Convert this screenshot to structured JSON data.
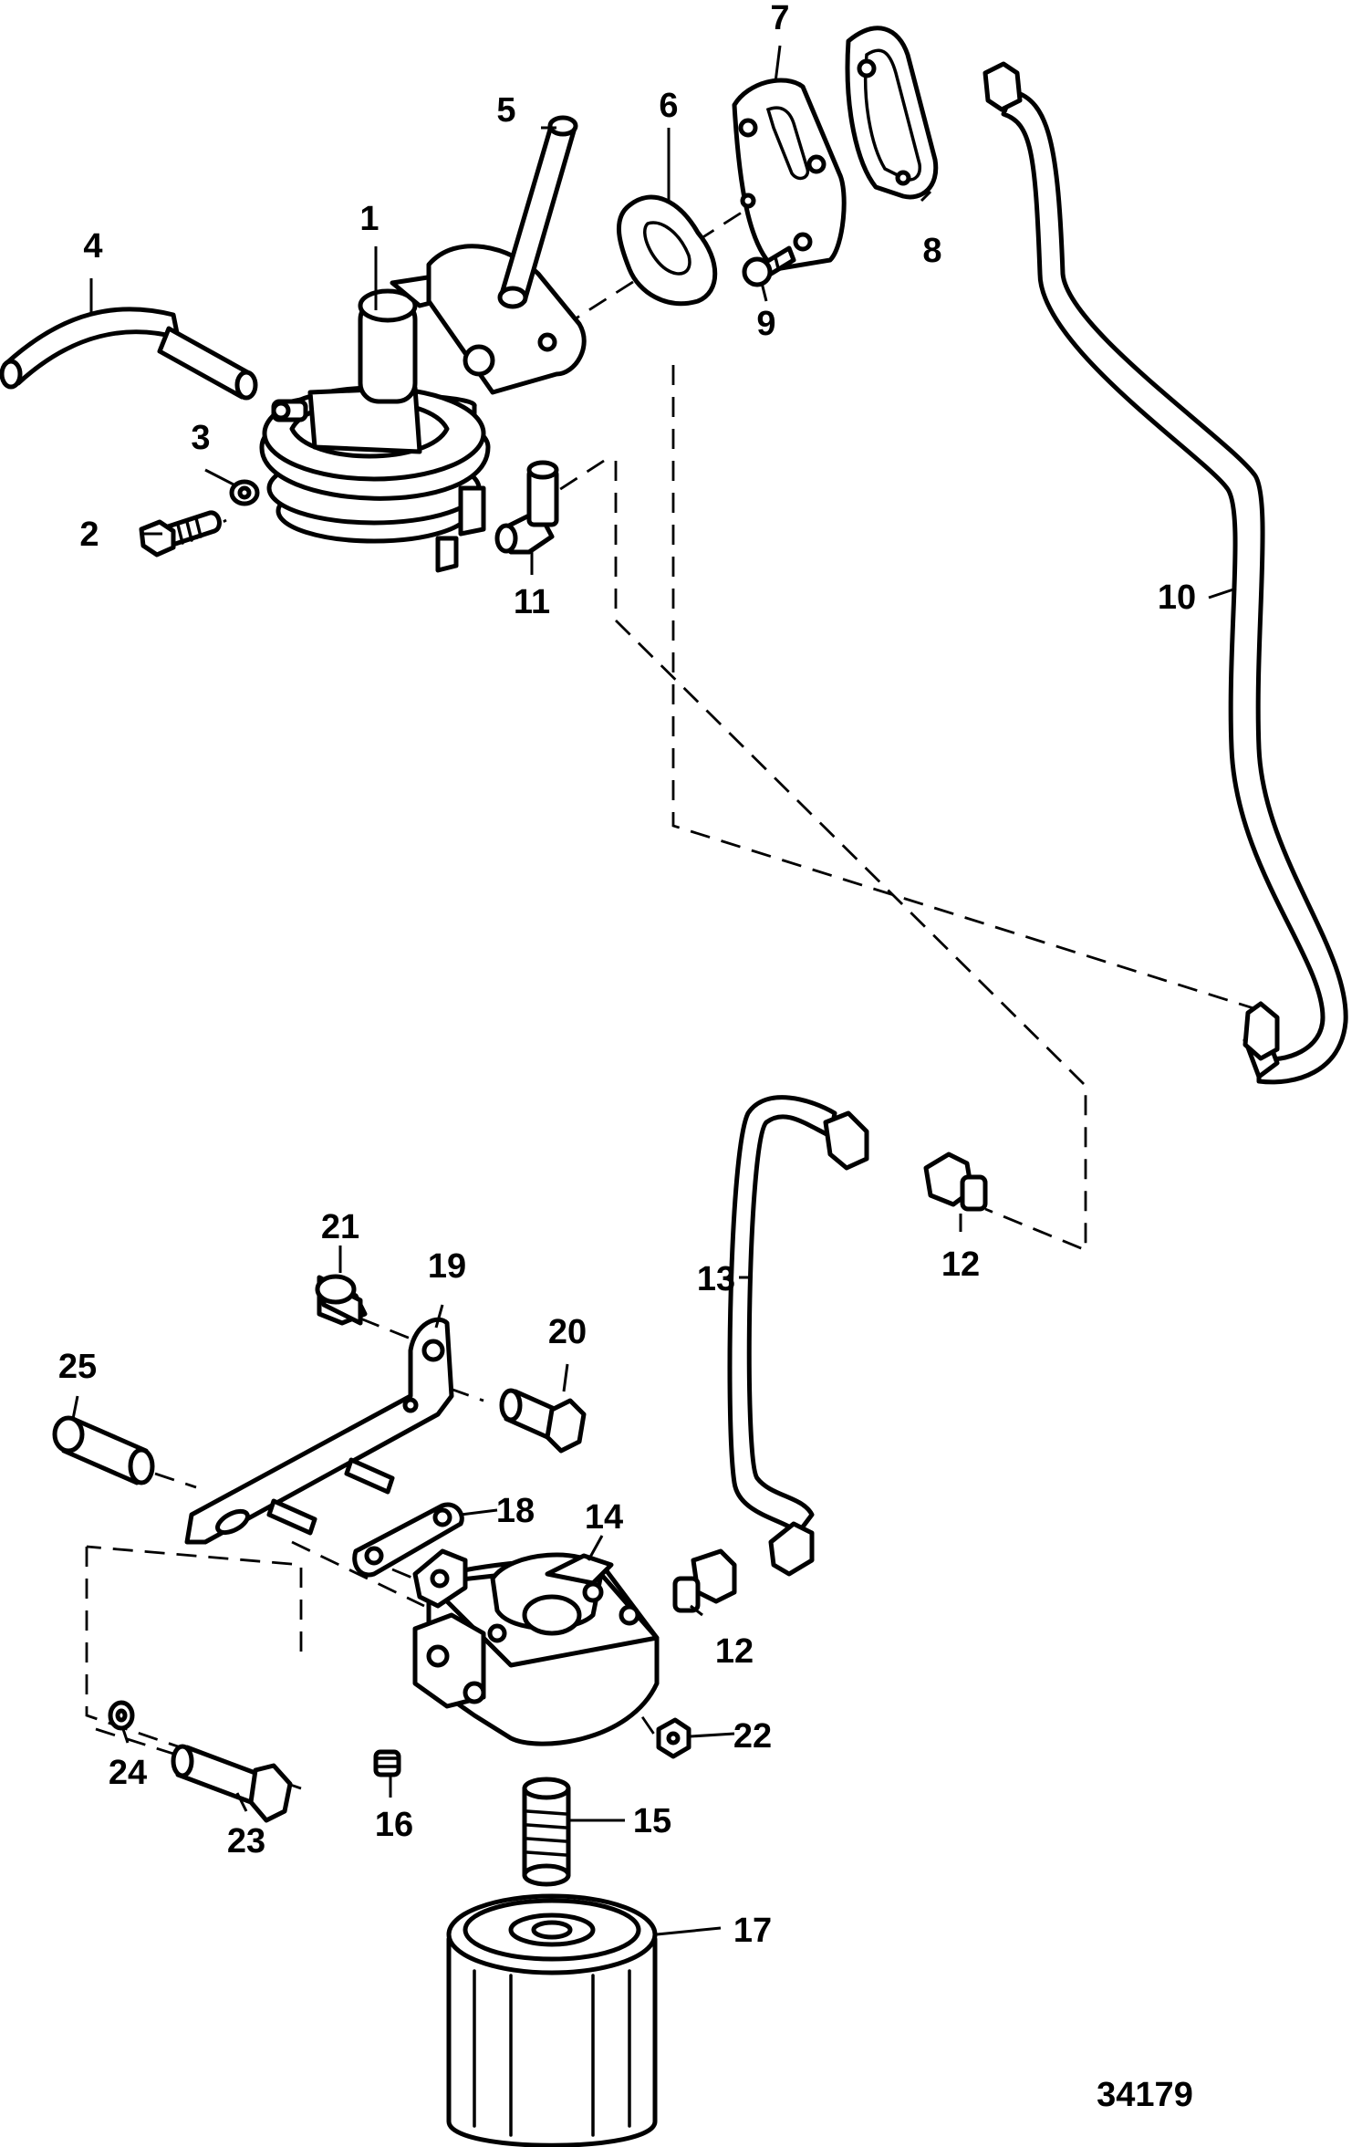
{
  "callouts": {
    "c1": "1",
    "c2": "2",
    "c3": "3",
    "c4": "4",
    "c5": "5",
    "c6": "6",
    "c7": "7",
    "c8": "8",
    "c9": "9",
    "c10": "10",
    "c11": "11",
    "c12a": "12",
    "c12b": "12",
    "c13": "13",
    "c14": "14",
    "c15": "15",
    "c16": "16",
    "c17": "17",
    "c18": "18",
    "c19": "19",
    "c20": "20",
    "c21": "21",
    "c22": "22",
    "c23": "23",
    "c24": "24",
    "c25": "25"
  },
  "figure_number": "34179"
}
